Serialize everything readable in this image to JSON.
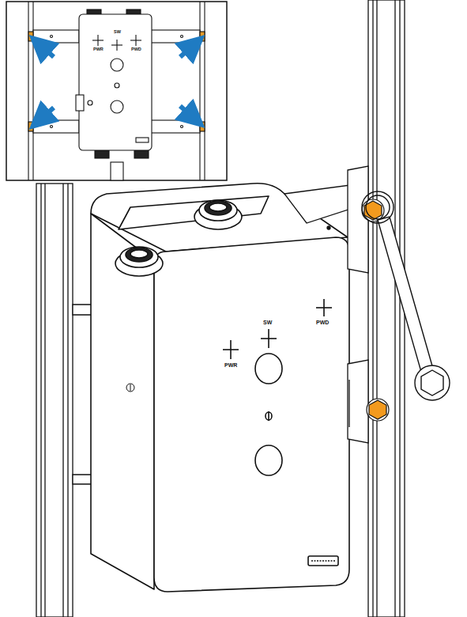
{
  "diagram": {
    "labels": [
      "PWR",
      "SW",
      "PWD",
      "PWR",
      "SW",
      "PWD"
    ]
  }
}
